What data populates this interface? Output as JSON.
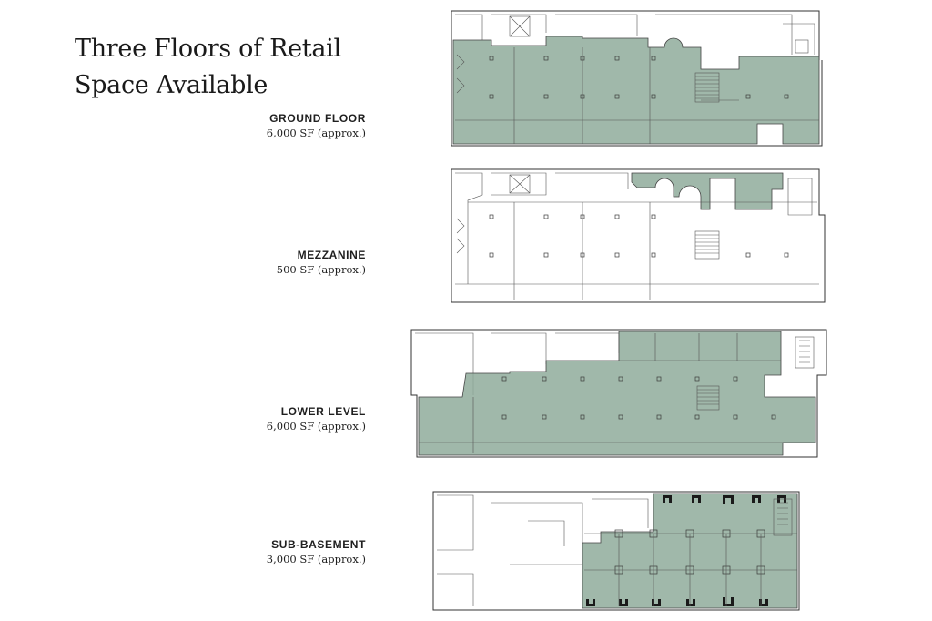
{
  "heading": {
    "line1": "Three Floors of Retail",
    "line2": "Space Available"
  },
  "floors": [
    {
      "name": "GROUND FLOOR",
      "area": "6,000 SF (approx.)"
    },
    {
      "name": "MEZZANINE",
      "area": "500 SF (approx.)"
    },
    {
      "name": "LOWER LEVEL",
      "area": "6,000 SF (approx.)"
    },
    {
      "name": "SUB-BASEMENT",
      "area": "3,000 SF (approx.)"
    }
  ],
  "colors": {
    "available": "#8fab9b",
    "walls": "#333333",
    "text": "#1f1f1f"
  }
}
